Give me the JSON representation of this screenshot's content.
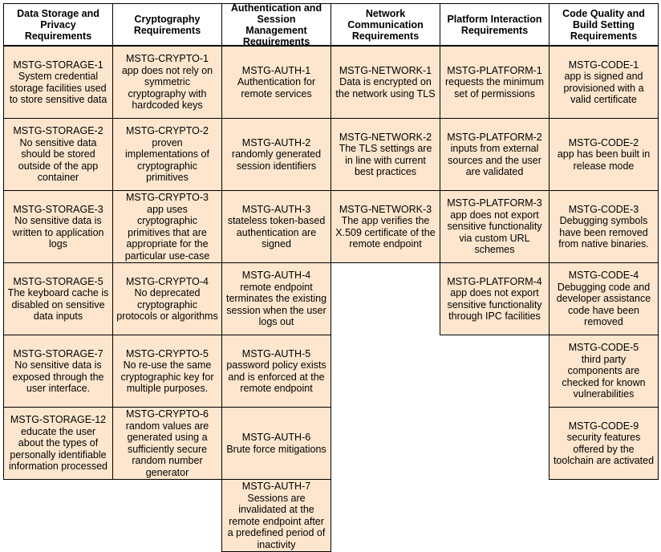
{
  "columns": [
    {
      "header": "Data Storage and Privacy Requirements",
      "items": [
        {
          "id": "MSTG-STORAGE-1",
          "text": "System credential storage facilities used to store sensitive data"
        },
        {
          "id": "MSTG-STORAGE-2",
          "text": "No sensitive data should be stored outside of the app container"
        },
        {
          "id": "MSTG-STORAGE-3",
          "text": "No sensitive data is written to application logs"
        },
        {
          "id": "MSTG-STORAGE-5",
          "text": "The keyboard cache is disabled on sensitive data inputs"
        },
        {
          "id": "MSTG-STORAGE-7",
          "text": "No sensitive data is exposed through the user interface."
        },
        {
          "id": "MSTG-STORAGE-12",
          "text": "educate the user about the types of personally identifiable information processed"
        }
      ]
    },
    {
      "header": "Cryptography Requirements",
      "items": [
        {
          "id": "MSTG-CRYPTO-1",
          "text": "app does not rely on symmetric cryptography with hardcoded keys"
        },
        {
          "id": "MSTG-CRYPTO-2",
          "text": "proven implementations of cryptographic primitives"
        },
        {
          "id": "MSTG-CRYPTO-3",
          "text": "app uses cryptographic primitives that are appropriate for the particular use-case"
        },
        {
          "id": "MSTG-CRYPTO-4",
          "text": "No deprecated cryptographic protocols or algorithms"
        },
        {
          "id": "MSTG-CRYPTO-5",
          "text": "No re-use the same cryptographic key for multiple purposes."
        },
        {
          "id": "MSTG-CRYPTO-6",
          "text": "random values are generated using a sufficiently secure random number generator"
        }
      ]
    },
    {
      "header": "Authentication and Session Management Requirements",
      "items": [
        {
          "id": "MSTG-AUTH-1",
          "text": "Authentication for remote services"
        },
        {
          "id": "MSTG-AUTH-2",
          "text": "randomly generated session identifiers"
        },
        {
          "id": "MSTG-AUTH-3",
          "text": "stateless token-based authentication are signed"
        },
        {
          "id": "MSTG-AUTH-4",
          "text": "remote endpoint terminates the existing session when the user logs out"
        },
        {
          "id": "MSTG-AUTH-5",
          "text": "password policy exists and is enforced at the remote endpoint"
        },
        {
          "id": "MSTG-AUTH-6",
          "text": "Brute force mitigations"
        },
        {
          "id": "MSTG-AUTH-7",
          "text": "Sessions are invalidated at the remote endpoint after a predefined period of inactivity"
        }
      ]
    },
    {
      "header": "Network Communication Requirements",
      "items": [
        {
          "id": "MSTG-NETWORK-1",
          "text": "Data is encrypted on the network using TLS"
        },
        {
          "id": "MSTG-NETWORK-2",
          "text": "The TLS settings are in line with current best practices"
        },
        {
          "id": "MSTG-NETWORK-3",
          "text": "The app verifies the X.509 certificate of the remote endpoint"
        }
      ]
    },
    {
      "header": "Platform Interaction Requirements",
      "items": [
        {
          "id": "MSTG-PLATFORM-1",
          "text": "requests the minimum set of permissions"
        },
        {
          "id": "MSTG-PLATFORM-2",
          "text": "inputs from external sources and the user are validated"
        },
        {
          "id": "MSTG-PLATFORM-3",
          "text": "app does not export sensitive functionality via custom URL schemes"
        },
        {
          "id": "MSTG-PLATFORM-4",
          "text": "app does not export sensitive functionality through IPC facilities"
        }
      ]
    },
    {
      "header": "Code Quality and Build Setting Requirements",
      "items": [
        {
          "id": "MSTG-CODE-1",
          "text": "app is signed and provisioned with a valid certificate"
        },
        {
          "id": "MSTG-CODE-2",
          "text": "app has been built in release mode"
        },
        {
          "id": "MSTG-CODE-3",
          "text": "Debugging symbols have been removed from native binaries."
        },
        {
          "id": "MSTG-CODE-4",
          "text": "Debugging code and developer assistance code have been removed"
        },
        {
          "id": "MSTG-CODE-5",
          "text": "third party components are checked for known vulnerabilities"
        },
        {
          "id": "MSTG-CODE-9",
          "text": "security features offered by the toolchain are activated"
        }
      ]
    }
  ],
  "colors": {
    "header_bg": "#ffffff",
    "cell_bg": "#fde6cd",
    "border": "#000000"
  }
}
